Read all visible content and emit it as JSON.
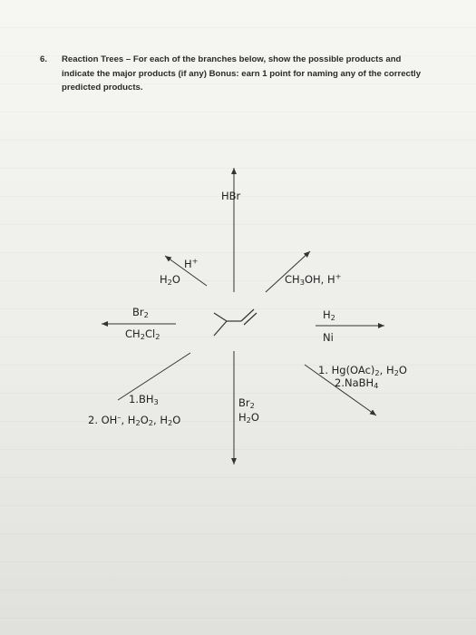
{
  "question": {
    "number": "6.",
    "text": "Reaction Trees – For each of the branches below, show the possible products and indicate the major products (if any) Bonus: earn 1 point for naming any of the correctly predicted products."
  },
  "reagents": {
    "up": "HBr",
    "upper_left": {
      "main": "H",
      "sup": "+",
      "water": "H",
      "water_sub": "2",
      "water_end": "O"
    },
    "upper_right": {
      "a": "CH",
      "a_sub": "3",
      "b": "OH, H",
      "b_sup": "+"
    },
    "left": {
      "br": "Br",
      "br_sub": "2",
      "solv": "CH",
      "solv_sub1": "2",
      "solv_mid": "Cl",
      "solv_sub2": "2"
    },
    "right": {
      "h": "H",
      "h_sub": "2",
      "cat": "Ni"
    },
    "lower_right": {
      "l1a": "1. Hg(OAc)",
      "l1_sub": "2",
      "l1b": ", H",
      "l1_sub2": "2",
      "l1c": "O",
      "l2a": "2.NaBH",
      "l2_sub": "4"
    },
    "down": {
      "br": "Br",
      "br_sub": "2",
      "w": "H",
      "w_sub": "2",
      "w_end": "O"
    },
    "lower_left": {
      "l1a": "1.BH",
      "l1_sub": "3",
      "l2a": "2. OH",
      "l2_sup": "–",
      "l2b": ", H",
      "l2_sub1": "2",
      "l2c": "O",
      "l2_sub2": "2",
      "l2d": ", H",
      "l2_sub3": "2",
      "l2e": "O"
    }
  }
}
